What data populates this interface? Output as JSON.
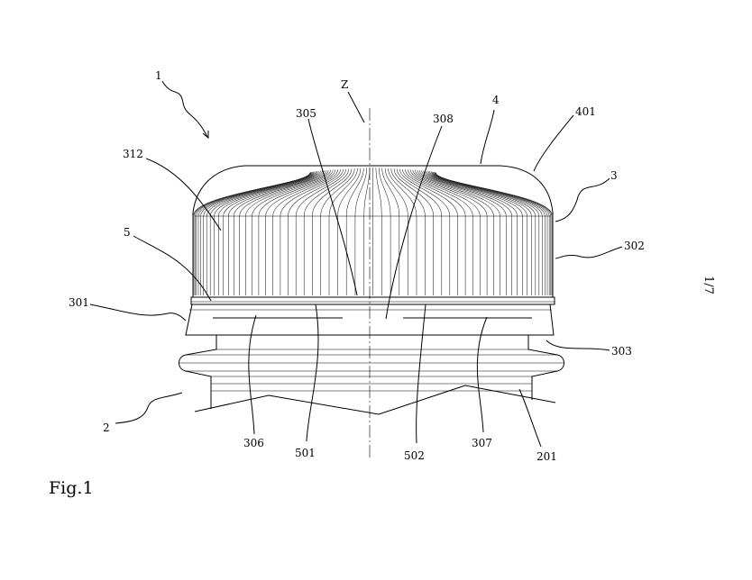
{
  "figure_caption": "Fig.1",
  "sheet_number": "1/7",
  "axis_label": "Z",
  "reference_numerals": {
    "assembly": "1",
    "neck": "2",
    "cap": "3",
    "cap_top": "4",
    "band": "5",
    "cap_skirt_edge": "301",
    "cap_knurl": "302",
    "cap_bottom_rim": "303",
    "inner_left": "305",
    "left_slot": "306",
    "right_slot": "307",
    "inner_right": "308",
    "rib_region": "312",
    "top_dome": "401",
    "band_left_gap": "501",
    "band_right_gap": "502",
    "neck_flange": "201"
  }
}
